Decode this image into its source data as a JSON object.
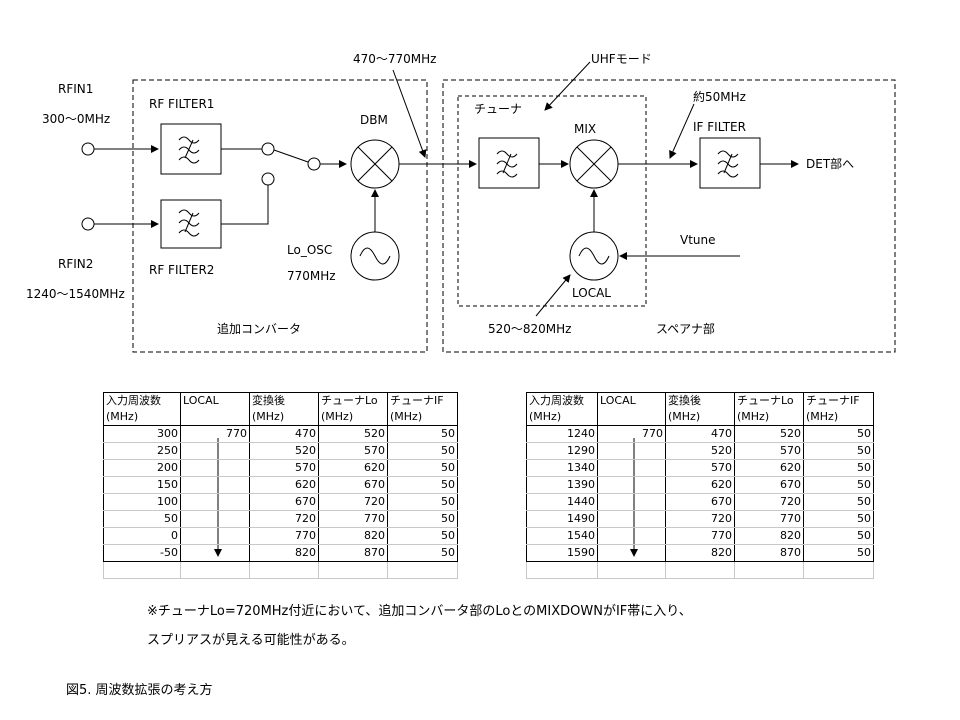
{
  "diagram": {
    "rfin1": "RFIN1",
    "rfin1_range": "300〜0MHz",
    "rf_filter1": "RF FILTER1",
    "rfin2": "RFIN2",
    "rfin2_range": "1240〜1540MHz",
    "rf_filter2": "RF FILTER2",
    "dbm": "DBM",
    "lo_osc": "Lo_OSC",
    "lo_osc_freq": "770MHz",
    "add_converter": "追加コンバータ",
    "freq_470_770": "470〜770MHz",
    "uhf_mode": "UHFモード",
    "tuner": "チューナ",
    "mix": "MIX",
    "approx_50": "約50MHz",
    "if_filter": "IF FILTER",
    "det": "DET部へ",
    "vtune": "Vtune",
    "local": "LOCAL",
    "freq_520_820": "520〜820MHz",
    "spectrum_section": "スペアナ部"
  },
  "table_headers": [
    "入力周波数",
    "LOCAL",
    "変換後",
    "チューナLo",
    "チューナIF"
  ],
  "table_units": [
    "(MHz)",
    "",
    "(MHz)",
    "(MHz)",
    "(MHz)"
  ],
  "table1": {
    "rows": [
      [
        "300",
        "770",
        "470",
        "520",
        "50"
      ],
      [
        "250",
        "",
        "520",
        "570",
        "50"
      ],
      [
        "200",
        "",
        "570",
        "620",
        "50"
      ],
      [
        "150",
        "",
        "620",
        "670",
        "50"
      ],
      [
        "100",
        "",
        "670",
        "720",
        "50"
      ],
      [
        "50",
        "",
        "720",
        "770",
        "50"
      ],
      [
        "0",
        "",
        "770",
        "820",
        "50"
      ],
      [
        "-50",
        "",
        "820",
        "870",
        "50"
      ]
    ]
  },
  "table2": {
    "rows": [
      [
        "1240",
        "770",
        "470",
        "520",
        "50"
      ],
      [
        "1290",
        "",
        "520",
        "570",
        "50"
      ],
      [
        "1340",
        "",
        "570",
        "620",
        "50"
      ],
      [
        "1390",
        "",
        "620",
        "670",
        "50"
      ],
      [
        "1440",
        "",
        "670",
        "720",
        "50"
      ],
      [
        "1490",
        "",
        "720",
        "770",
        "50"
      ],
      [
        "1540",
        "",
        "770",
        "820",
        "50"
      ],
      [
        "1590",
        "",
        "820",
        "870",
        "50"
      ]
    ]
  },
  "note_line1": "※チューナLo=720MHz付近において、追加コンバータ部のLoとのMIXDOWNがIF帯に入り、",
  "note_line2": "スプリアスが見える可能性がある。",
  "caption": "図5. 周波数拡張の考え方"
}
